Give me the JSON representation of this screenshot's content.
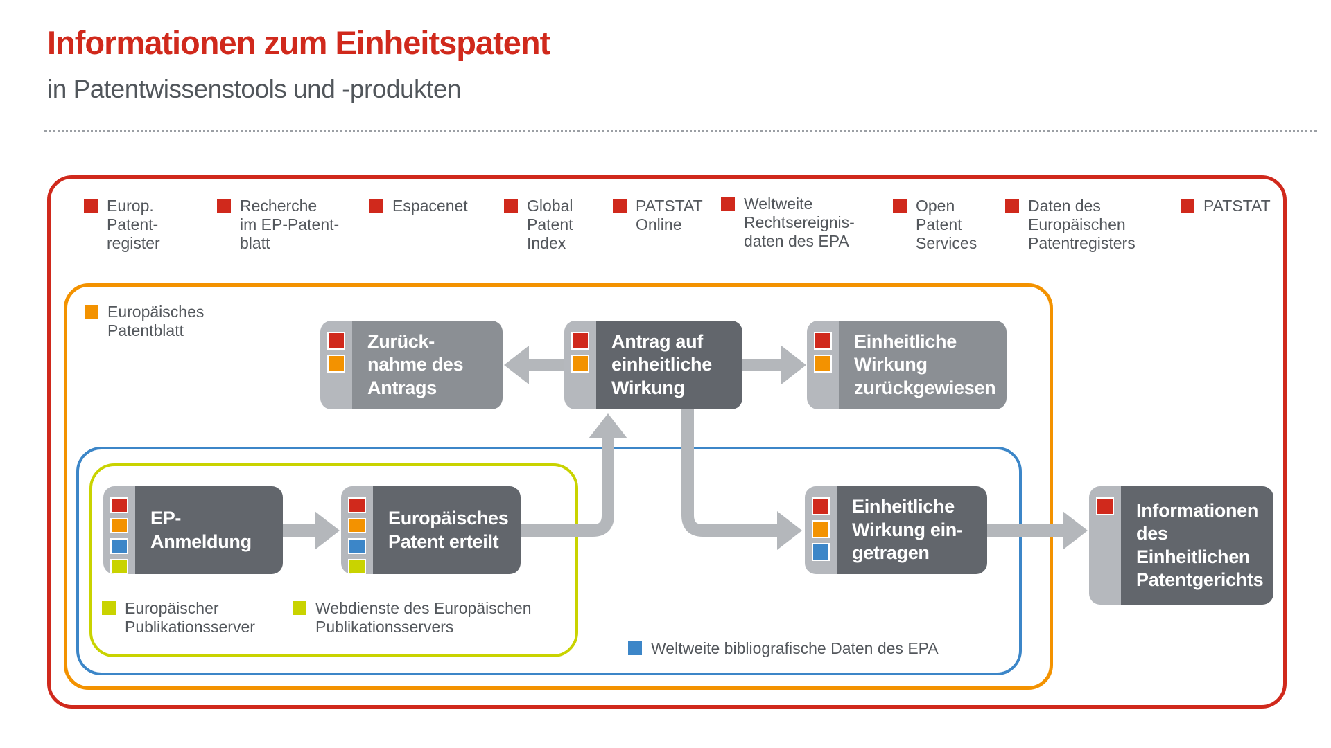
{
  "header": {
    "title": "Informationen zum Einheitspatent",
    "subtitle": "in Patentwissenstools und -produkten"
  },
  "colors": {
    "red": "#d0291c",
    "orange": "#f39200",
    "blue": "#3c86c8",
    "green": "#c9d300",
    "box-dark": "#62666c",
    "box-medium": "#8b8f94",
    "strip": "#b5b8bd",
    "arrow": "#b4b7bb",
    "text": "#53575c"
  },
  "top_legend": [
    {
      "label": "Europ.\nPatent-\nregister"
    },
    {
      "label": "Recherche\nim EP-Patent-\nblatt"
    },
    {
      "label": "Espacenet"
    },
    {
      "label": "Global\nPatent\nIndex"
    },
    {
      "label": "PATSTAT\nOnline"
    },
    {
      "label": "Weltweite\nRechtsereignis-\ndaten des EPA"
    },
    {
      "label": "Open\nPatent\nServices"
    },
    {
      "label": "Daten des\nEuropäischen\nPatentregisters"
    },
    {
      "label": "PATSTAT"
    }
  ],
  "inner_legends": {
    "patentblatt": "Europäisches\nPatentblatt",
    "publikationsserver": "Europäischer\nPublikationsserver",
    "webdienste": "Webdienste des Europäischen\nPublikationsservers",
    "bibliografisch": "Weltweite bibliografische Daten des EPA"
  },
  "boxes": [
    {
      "label": "Zurück-\nnahme des\nAntrags",
      "squares": [
        "red",
        "orange"
      ]
    },
    {
      "label": "Antrag auf\neinheitliche\nWirkung",
      "squares": [
        "red",
        "orange"
      ]
    },
    {
      "label": "Einheitliche\nWirkung\nzurückgewiesen",
      "squares": [
        "red",
        "orange"
      ]
    },
    {
      "label": "EP-\nAnmeldung",
      "squares": [
        "red",
        "orange",
        "blue",
        "green"
      ]
    },
    {
      "label": "Europäisches\nPatent erteilt",
      "squares": [
        "red",
        "orange",
        "blue",
        "green"
      ]
    },
    {
      "label": "Einheitliche\nWirkung ein-\ngetragen",
      "squares": [
        "red",
        "orange",
        "blue"
      ]
    },
    {
      "label": "Informationen\ndes\nEinheitlichen\nPatentgerichts",
      "squares": [
        "red"
      ]
    }
  ]
}
